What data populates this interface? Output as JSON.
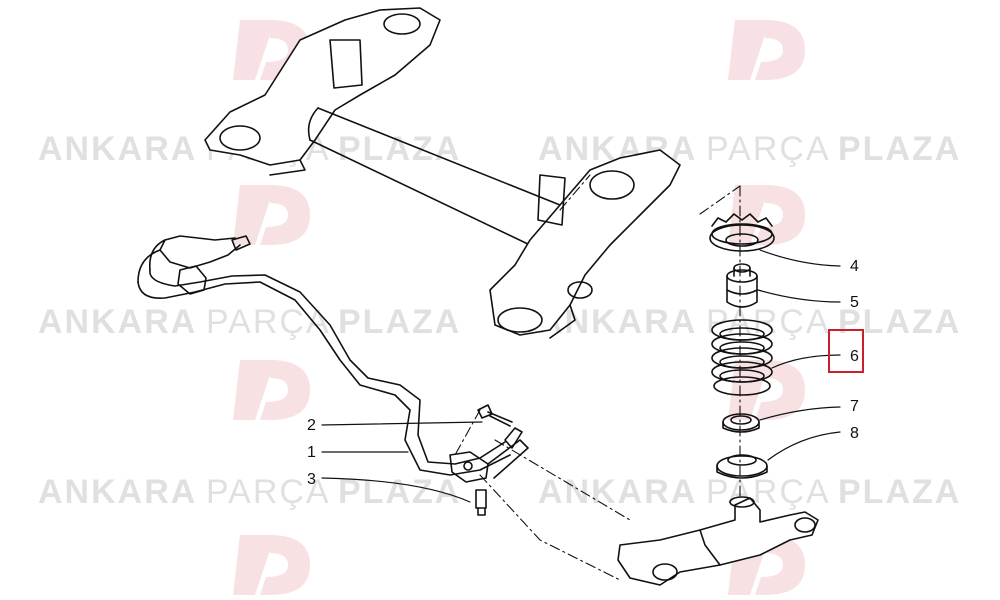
{
  "watermark": {
    "word1": "ANKARA",
    "word2": "PARÇA",
    "word3": "PLAZA",
    "logo_text": "AP",
    "logo_color": "#cc1f2e",
    "text_color": "#c8c8c8"
  },
  "callouts": {
    "c1": "1",
    "c2": "2",
    "c3": "3",
    "c4": "4",
    "c5": "5",
    "c6": "6",
    "c7": "7",
    "c8": "8"
  },
  "highlight": {
    "label": "6",
    "color": "#cc1f2e"
  }
}
